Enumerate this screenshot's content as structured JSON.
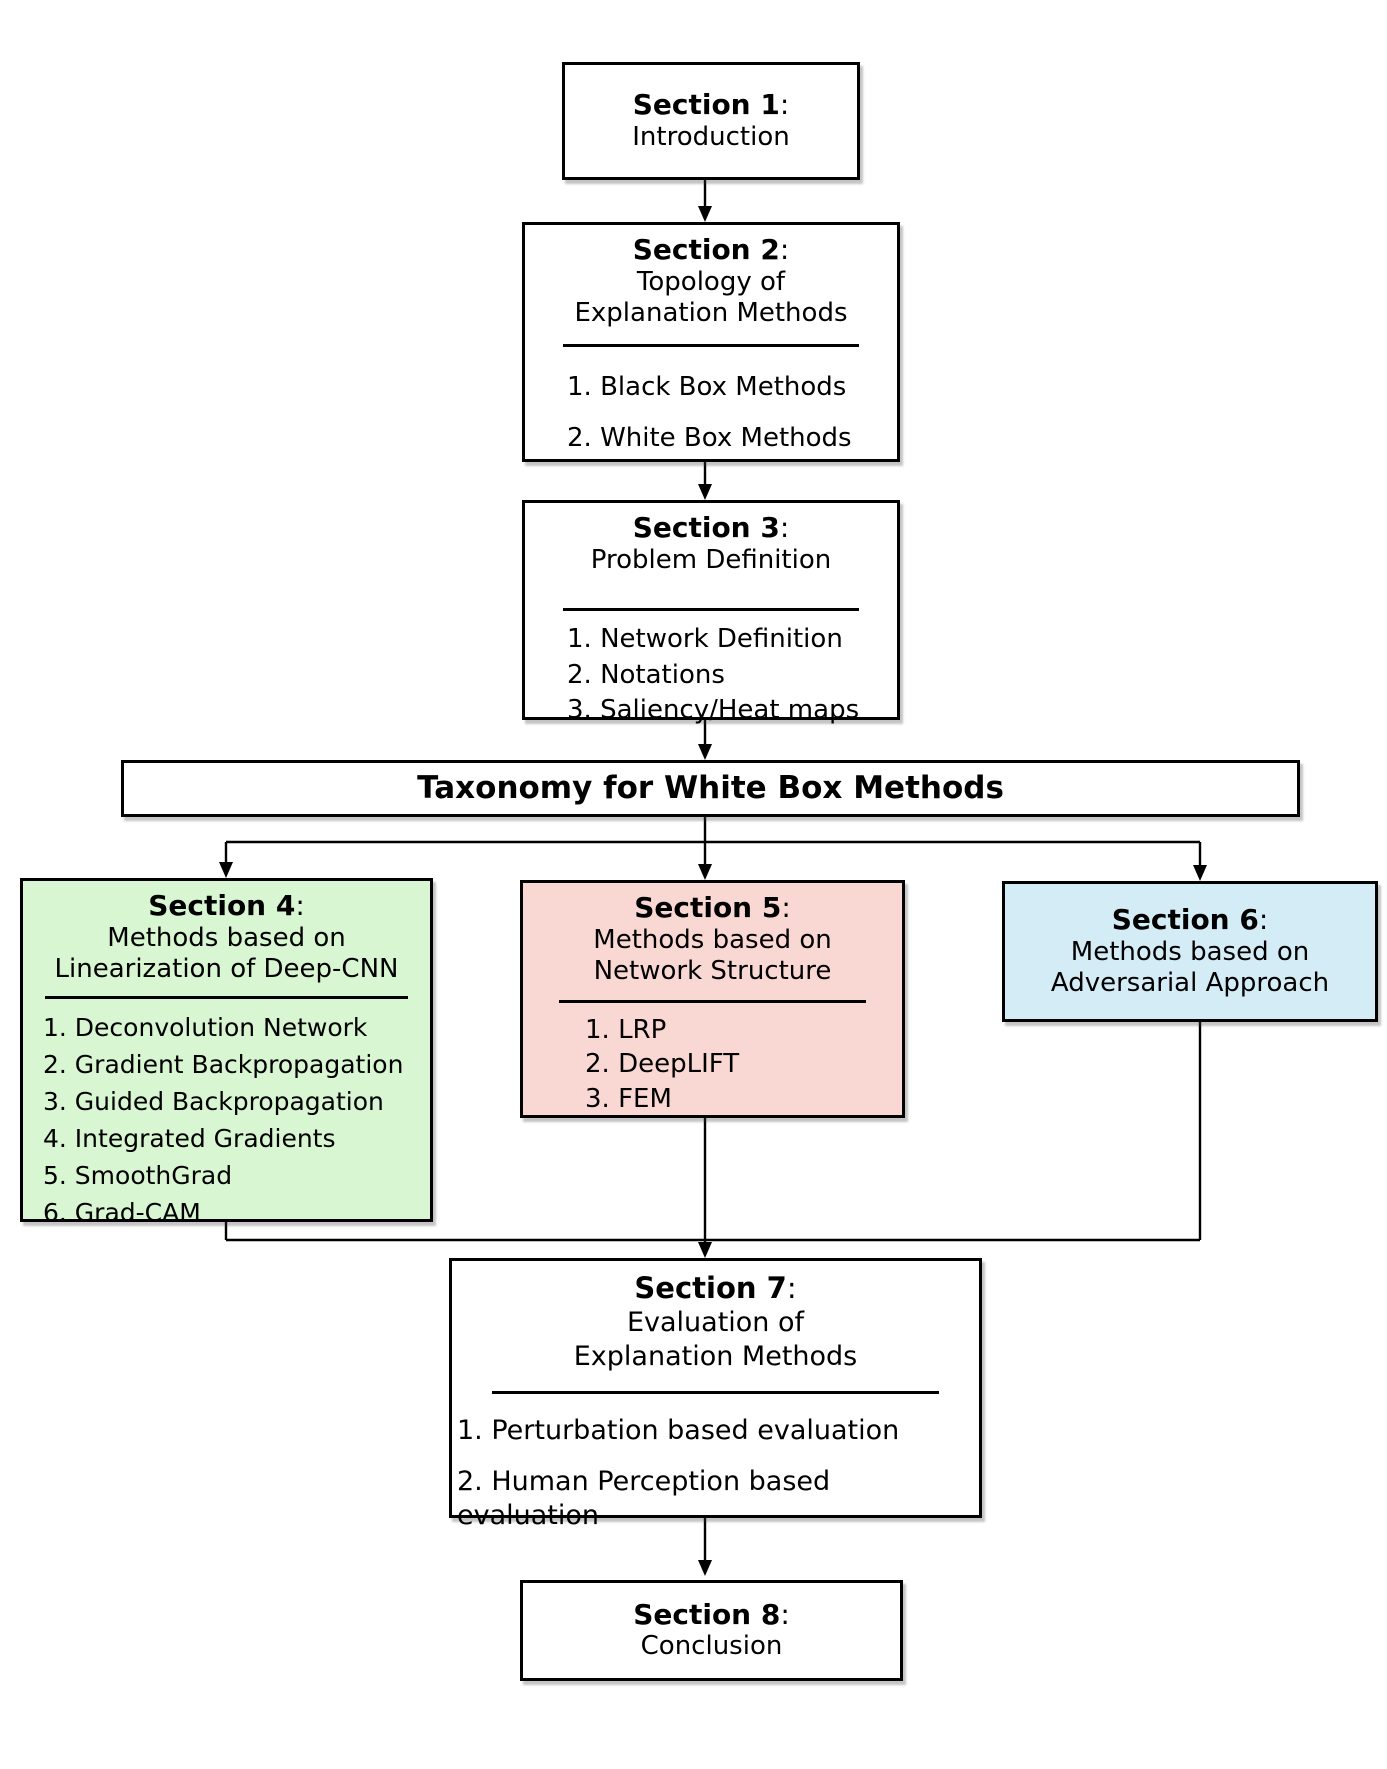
{
  "colors": {
    "background": "#ffffff",
    "border": "#000000",
    "text": "#000000",
    "node_fills": {
      "s4": "#d8f6d1",
      "s5": "#f9d8d3",
      "s6": "#d4ecf5"
    }
  },
  "taxonomy": {
    "label": "Taxonomy for White Box Methods"
  },
  "nodes": {
    "s1": {
      "title": "Section 1",
      "colon": ":",
      "lines": [
        "Introduction"
      ]
    },
    "s2": {
      "title": "Section 2",
      "colon": ":",
      "lines": [
        "Topology of",
        "Explanation Methods"
      ],
      "items": [
        "1. Black Box Methods",
        "2. White Box Methods"
      ]
    },
    "s3": {
      "title": "Section 3",
      "colon": ":",
      "lines": [
        "Problem Definition"
      ],
      "items": [
        "1. Network Definition",
        "2. Notations",
        "3. Saliency/Heat maps"
      ]
    },
    "s4": {
      "title": "Section 4",
      "colon": ":",
      "lines": [
        "Methods based on",
        "Linearization of Deep-CNN"
      ],
      "items": [
        "1. Deconvolution Network",
        "2. Gradient Backpropagation",
        "3. Guided Backpropagation",
        "4. Integrated Gradients",
        "5. SmoothGrad",
        "6. Grad-CAM"
      ]
    },
    "s5": {
      "title": "Section 5",
      "colon": ":",
      "lines": [
        "Methods based on",
        "Network Structure"
      ],
      "items": [
        "1. LRP",
        "2. DeepLIFT",
        "3. FEM"
      ]
    },
    "s6": {
      "title": "Section 6",
      "colon": ":",
      "lines": [
        "Methods based on",
        "Adversarial Approach"
      ]
    },
    "s7": {
      "title": "Section 7",
      "colon": ":",
      "lines": [
        "Evaluation of",
        "Explanation Methods"
      ],
      "items": [
        "1. Perturbation based evaluation",
        "2. Human Perception based evaluation"
      ]
    },
    "s8": {
      "title": "Section 8",
      "colon": ":",
      "lines": [
        "Conclusion"
      ]
    }
  }
}
